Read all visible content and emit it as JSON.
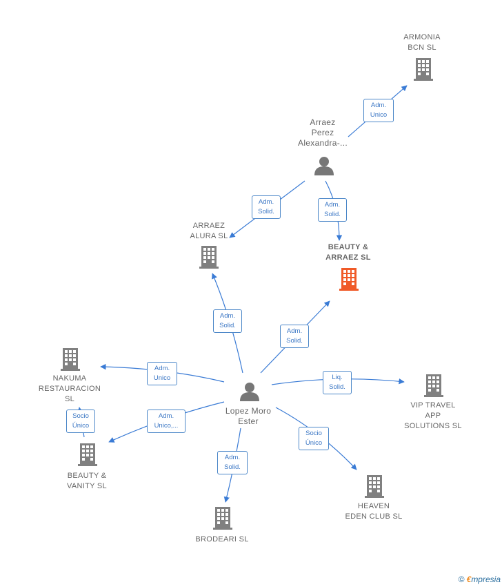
{
  "colors": {
    "edge": "#3a7bd5",
    "building": "#808080",
    "building_highlight": "#f05a28",
    "person": "#777777"
  },
  "nodes": {
    "armonia": "ARMONIA\nBCN SL",
    "arraez_perez": "Arraez\nPerez\nAlexandra-...",
    "arraez_alura": "ARRAEZ\nALURA SL",
    "beauty_arraez": "BEAUTY &\nARRAEZ SL",
    "nakuma": "NAKUMA\nRESTAURACION\nSL",
    "lopez_moro": "Lopez Moro\nEster",
    "vip_travel": "VIP TRAVEL\nAPP\nSOLUTIONS SL",
    "beauty_vanity": "BEAUTY &\nVANITY SL",
    "heaven": "HEAVEN\nEDEN CLUB SL",
    "brodeari": "BRODEARI SL"
  },
  "edges": {
    "e_armonia": "Adm.\nUnico",
    "e_alura_top": "Adm.\nSolid.",
    "e_beauty_top": "Adm.\nSolid.",
    "e_alura_bottom": "Adm.\nSolid.",
    "e_beauty_bottom": "Adm.\nSolid.",
    "e_nakuma": "Adm.\nUnico",
    "e_vip": "Liq.\nSolid.",
    "e_vanity_lopez": "Adm.\nUnico,...",
    "e_nakuma_vanity": "Socio\nÚnico",
    "e_heaven": "Socio\nÚnico",
    "e_brodeari": "Adm.\nSolid."
  },
  "footer": {
    "copyright": "©",
    "brand_initial": "€",
    "brand_rest": "mpresia"
  }
}
